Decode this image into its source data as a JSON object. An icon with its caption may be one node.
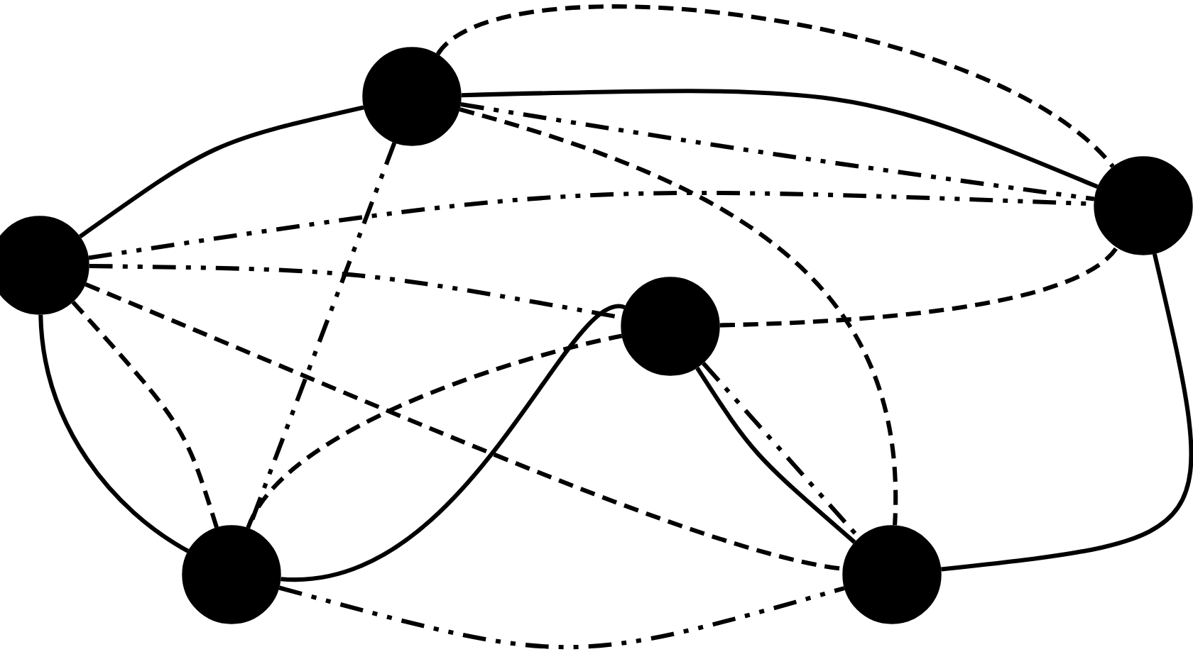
{
  "diagram": {
    "nodes": [
      {
        "text": [],
        "shape": "circle"
      },
      {
        "text": [],
        "shape": "circle"
      },
      {
        "text": [],
        "shape": "circle"
      },
      {
        "text": [],
        "shape": "circle"
      },
      {
        "text": [],
        "shape": "circle"
      },
      {
        "text": [],
        "shape": "circle"
      }
    ],
    "edges": [
      {
        "from": 0,
        "to": 1,
        "arrow": "none"
      },
      {
        "from": 1,
        "to": 2,
        "arrow": "none"
      },
      {
        "from": 2,
        "to": 5,
        "arrow": "none"
      },
      {
        "from": 0,
        "to": 4,
        "arrow": "none"
      },
      {
        "from": 4,
        "to": 3,
        "arrow": "none"
      },
      {
        "from": 3,
        "to": 5,
        "arrow": "none"
      },
      {
        "from": 1,
        "to": 2,
        "arrow": "none",
        "style": "dashed"
      },
      {
        "from": 1,
        "to": 5,
        "arrow": "none",
        "style": "dashed"
      },
      {
        "from": 3,
        "to": 2,
        "arrow": "none",
        "style": "dashed"
      },
      {
        "from": 0,
        "to": 4,
        "arrow": "none",
        "style": "dashed"
      },
      {
        "from": 0,
        "to": 5,
        "arrow": "none",
        "style": "dashed"
      },
      {
        "from": 4,
        "to": 3,
        "arrow": "none",
        "style": "dashed"
      },
      {
        "from": 0,
        "to": 2,
        "arrow": "none",
        "style": "dashed"
      },
      {
        "from": 0,
        "to": 3,
        "arrow": "none",
        "style": "dashed"
      },
      {
        "from": 1,
        "to": 4,
        "arrow": "none",
        "style": "dashed"
      },
      {
        "from": 4,
        "to": 5,
        "arrow": "none",
        "style": "dashed"
      },
      {
        "from": 3,
        "to": 5,
        "arrow": "none",
        "style": "dashed"
      },
      {
        "from": 1,
        "to": 2,
        "arrow": "none",
        "style": "dashed"
      }
    ]
  }
}
